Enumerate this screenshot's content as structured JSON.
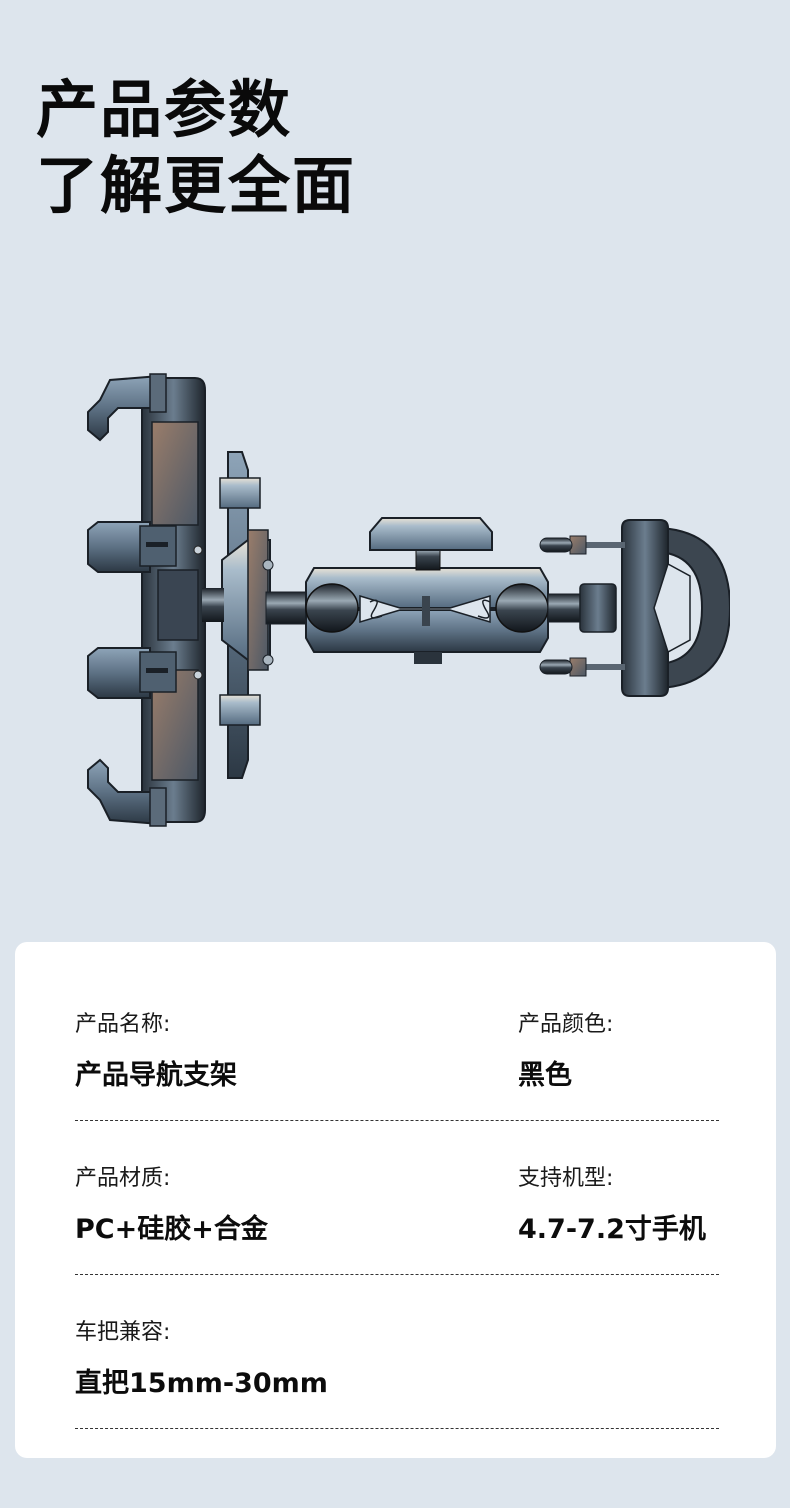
{
  "headline": {
    "line1": "产品参数",
    "line2": "了解更全面"
  },
  "product_image": {
    "description": "motorcycle phone mount: claw phone holder, ball-joint arm with spring clamp, U-bolt handlebar clamp",
    "background": "#dde5ed"
  },
  "specs": [
    {
      "label": "产品名称:",
      "value": "产品导航支架"
    },
    {
      "label": "产品颜色:",
      "value": "黑色"
    },
    {
      "label": "产品材质:",
      "value": "PC+硅胶+合金"
    },
    {
      "label": "支持机型:",
      "value": "4.7-7.2寸手机"
    },
    {
      "label": "车把兼容:",
      "value": "直把15mm-30mm"
    }
  ],
  "colors": {
    "page_bg": "#dde5ed",
    "card_bg": "#ffffff",
    "text": "#111111"
  }
}
